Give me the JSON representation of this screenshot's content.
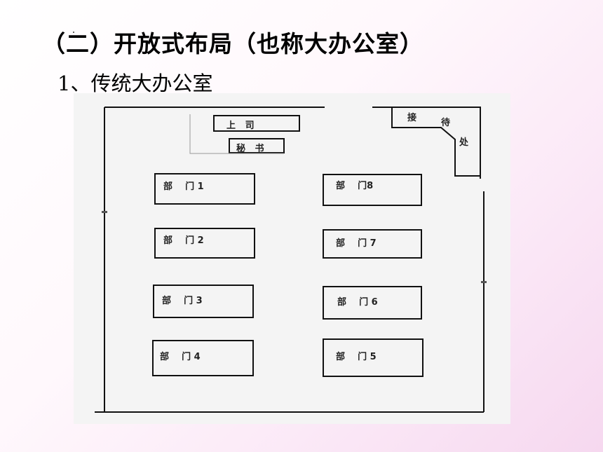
{
  "slide": {
    "title": "（二）开放式布局（也称大办公室）",
    "subtitle": "1、传统大办公室"
  },
  "floor_plan": {
    "boss": "上   司",
    "secretary": "秘   书",
    "reception": [
      "接",
      "待",
      "处"
    ],
    "departments": [
      "部    门 1",
      "部    门 2",
      "部    门 3",
      "部    门 4",
      "部    门 5",
      "部    门 6",
      "部    门 7",
      "部    门8"
    ]
  }
}
